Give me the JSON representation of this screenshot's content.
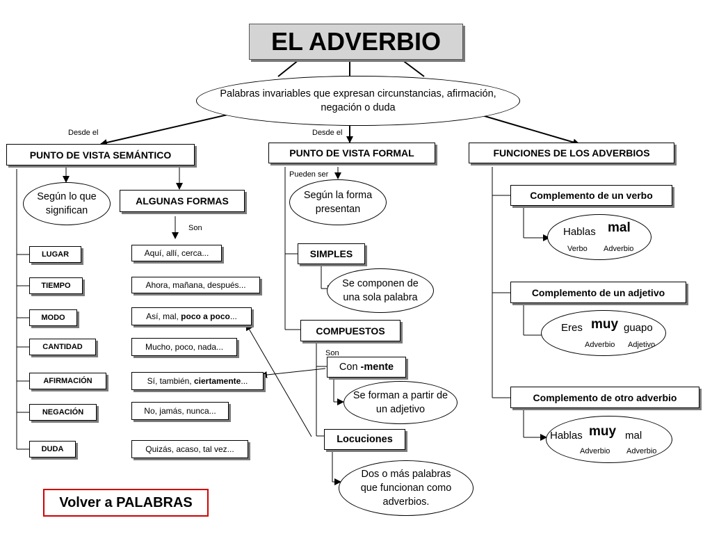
{
  "title": "EL ADVERBIO",
  "definition": "Palabras invariables que expresan circunstancias, afirmación, negación o duda",
  "desde_el_left": "Desde el",
  "desde_el_center": "Desde el",
  "semantic": {
    "header": "PUNTO DE VISTA SEMÁNTICO",
    "segun_significan": "Según lo que significan",
    "algunas_formas": "ALGUNAS FORMAS",
    "son_label": "Son",
    "categories": [
      "LUGAR",
      "TIEMPO",
      "MODO",
      "CANTIDAD",
      "AFIRMACIÓN",
      "NEGACIÓN",
      "DUDA"
    ],
    "examples": [
      "Aquí, allí, cerca...",
      "Ahora, mañana, después...",
      "Así, mal, ",
      "Mucho, poco, nada...",
      "Sí, también, ",
      "No, jamás, nunca...",
      "Quizás, acaso, tal vez..."
    ],
    "modo_bold": "poco a poco",
    "modo_tail": "...",
    "afirmacion_bold": "ciertamente",
    "afirmacion_tail": "..."
  },
  "formal": {
    "header": "PUNTO DE VISTA FORMAL",
    "pueden_ser": "Pueden ser",
    "segun_forma": "Según la forma presentan",
    "simples": "SIMPLES",
    "simples_desc": "Se componen de una sola palabra",
    "compuestos": "COMPUESTOS",
    "son_label": "Son",
    "con_mente_prefix": "Con ",
    "con_mente_bold": "-mente",
    "mente_desc": "Se forman a partir de un adjetivo",
    "locuciones": "Locuciones",
    "locuciones_desc": "Dos o más palabras que funcionan como adverbios."
  },
  "functions": {
    "header": "FUNCIONES DE LOS ADVERBIOS",
    "items": [
      {
        "label": "Complemento de un verbo",
        "w1": "Hablas",
        "w2": "mal",
        "l1": "Verbo",
        "l2": "Adverbio"
      },
      {
        "label": "Complemento de un adjetivo",
        "w1": "Eres",
        "w2": "muy",
        "w3": "guapo",
        "l1": "Adverbio",
        "l2": "Adjetivo"
      },
      {
        "label": "Complemento de otro adverbio",
        "w1": "Hablas",
        "w2": "muy",
        "w3": "mal",
        "l1": "Adverbio",
        "l2": "Adverbio"
      }
    ]
  },
  "back_button": "Volver a PALABRAS"
}
